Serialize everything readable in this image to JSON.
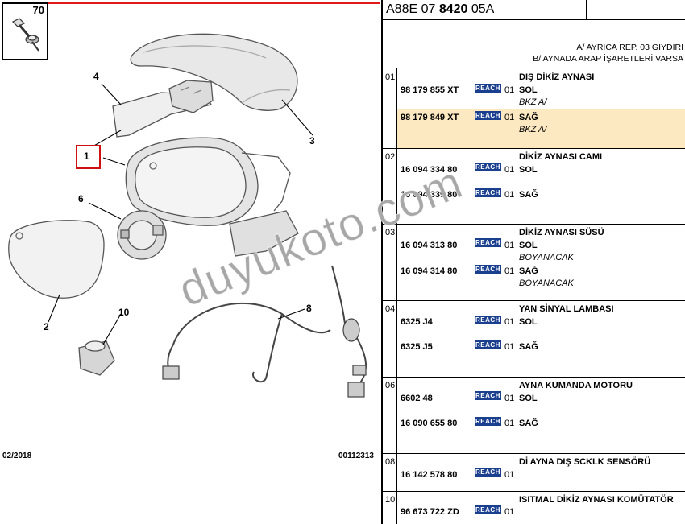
{
  "diagram": {
    "inset_number": "70",
    "callouts": [
      {
        "label": "1"
      },
      {
        "label": "2"
      },
      {
        "label": "3"
      },
      {
        "label": "4"
      },
      {
        "label": "6"
      },
      {
        "label": "8"
      },
      {
        "label": "10"
      }
    ],
    "footer_left": "02/2018",
    "footer_right": "00112313",
    "watermark": "duyukoto.com",
    "highlight_color": "#d01010"
  },
  "table": {
    "header_code_prefix": "A88E 07 ",
    "header_code_bold": "8420",
    "header_code_suffix": " 05A",
    "notes": [
      "A/ AYRICA REP. 03 GİYDİRİ",
      "B/ AYNADA ARAP İŞARETLERİ VARSA"
    ],
    "reach_label": "REACH",
    "reach_color": "#1b3f8f",
    "highlight_row_color": "#fce9c2",
    "groups": [
      {
        "num": "01",
        "title": "DIŞ DİKİZ AYNASI",
        "items": [
          {
            "part": "98 179 855 XT",
            "qty": "01",
            "side": "SOL",
            "remark": "BKZ A/"
          },
          {
            "part": "98 179 849 XT",
            "qty": "01",
            "side": "SAĞ",
            "remark": "BKZ A/"
          }
        ]
      },
      {
        "num": "02",
        "title": "DİKİZ AYNASI CAMI",
        "items": [
          {
            "part": "16 094 334 80",
            "qty": "01",
            "side": "SOL"
          },
          {
            "part": "16 094 335 80",
            "qty": "01",
            "side": "SAĞ"
          }
        ]
      },
      {
        "num": "03",
        "title": "DİKİZ AYNASI SÜSÜ",
        "items": [
          {
            "part": "16 094 313 80",
            "qty": "01",
            "side": "SOL",
            "remark": "BOYANACAK"
          },
          {
            "part": "16 094 314 80",
            "qty": "01",
            "side": "SAĞ",
            "remark": "BOYANACAK"
          }
        ]
      },
      {
        "num": "04",
        "title": "YAN SİNYAL LAMBASI",
        "items": [
          {
            "part": "6325 J4",
            "qty": "01",
            "side": "SOL"
          },
          {
            "part": "6325 J5",
            "qty": "01",
            "side": "SAĞ"
          }
        ]
      },
      {
        "num": "06",
        "title": "AYNA KUMANDA MOTORU",
        "items": [
          {
            "part": "6602 48",
            "qty": "01",
            "side": "SOL"
          },
          {
            "part": "16 090 655 80",
            "qty": "01",
            "side": "SAĞ"
          }
        ]
      },
      {
        "num": "08",
        "title": "Dİ AYNA DIŞ SCKLK SENSÖRÜ",
        "items": [
          {
            "part": "16 142 578 80",
            "qty": "01"
          }
        ]
      },
      {
        "num": "10",
        "title": "ISITMAL DİKİZ AYNASI KOMÜTATÖR",
        "items": [
          {
            "part": "96 673 722 ZD",
            "qty": "01"
          }
        ]
      }
    ]
  }
}
